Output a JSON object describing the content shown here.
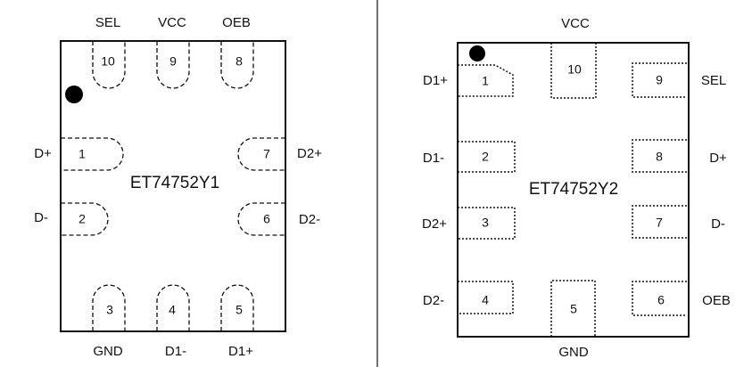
{
  "left_package": {
    "title": "ET74752Y1",
    "pins": [
      {
        "number": "1",
        "name": "D+"
      },
      {
        "number": "2",
        "name": "D-"
      },
      {
        "number": "3",
        "name": "GND"
      },
      {
        "number": "4",
        "name": "D1-"
      },
      {
        "number": "5",
        "name": "D1+"
      },
      {
        "number": "6",
        "name": "D2-"
      },
      {
        "number": "7",
        "name": "D2+"
      },
      {
        "number": "8",
        "name": "OEB"
      },
      {
        "number": "9",
        "name": "VCC"
      },
      {
        "number": "10",
        "name": "SEL"
      }
    ]
  },
  "right_package": {
    "title": "ET74752Y2",
    "pins": [
      {
        "number": "1",
        "name": "D1+"
      },
      {
        "number": "2",
        "name": "D1-"
      },
      {
        "number": "3",
        "name": "D2+"
      },
      {
        "number": "4",
        "name": "D2-"
      },
      {
        "number": "5",
        "name": "GND"
      },
      {
        "number": "6",
        "name": "OEB"
      },
      {
        "number": "7",
        "name": "D-"
      },
      {
        "number": "8",
        "name": "D+"
      },
      {
        "number": "9",
        "name": "SEL"
      },
      {
        "number": "10",
        "name": "VCC"
      }
    ]
  }
}
